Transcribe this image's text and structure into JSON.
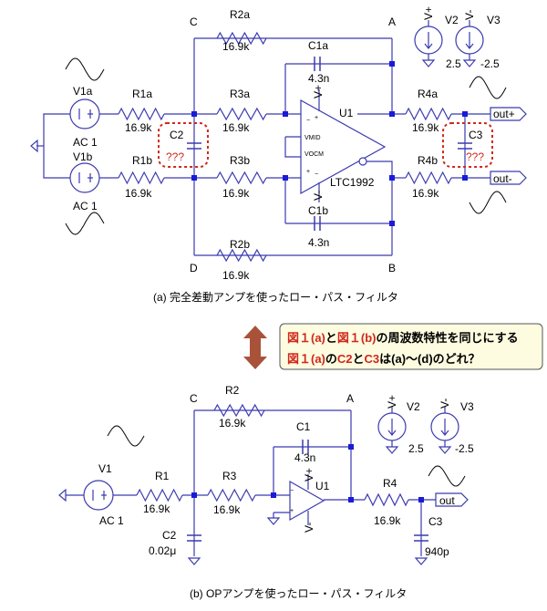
{
  "colors": {
    "wire": "#3b3bb0",
    "node": "#1a1ad8",
    "red": "#d0281c",
    "arrow": "#a9523a",
    "box_fill": "#fdfbe0"
  },
  "circuit_a": {
    "nodes": {
      "c": "C",
      "a": "A",
      "d": "D",
      "b": "B"
    },
    "r2a": {
      "name": "R2a",
      "value": "16.9k"
    },
    "r2b": {
      "name": "R2b",
      "value": "16.9k"
    },
    "c1a": {
      "name": "C1a",
      "value": "4.3n"
    },
    "c1b": {
      "name": "C1b",
      "value": "4.3n"
    },
    "r1a": {
      "name": "R1a",
      "value": "16.9k"
    },
    "r1b": {
      "name": "R1b",
      "value": "16.9k"
    },
    "r3a": {
      "name": "R3a",
      "value": "16.9k"
    },
    "r3b": {
      "name": "R3b",
      "value": "16.9k"
    },
    "r4a": {
      "name": "R4a",
      "value": "16.9k"
    },
    "r4b": {
      "name": "R4b",
      "value": "16.9k"
    },
    "v1a": {
      "name": "V1a",
      "value": "AC 1"
    },
    "v1b": {
      "name": "V1b",
      "value": "AC 1"
    },
    "c2": {
      "name": "C2",
      "value": "???"
    },
    "c3": {
      "name": "C3",
      "value": "???"
    },
    "v2": {
      "name": "V2",
      "value": "2.5",
      "pin": "V+"
    },
    "v3": {
      "name": "V3",
      "value": "-2.5",
      "pin": "V-"
    },
    "u1": {
      "name": "U1",
      "part": "LTC1992",
      "vplus": "V+",
      "vminus": "V-",
      "vmid": "VMID",
      "vocm": "VOCM",
      "minus": "−",
      "plus": "+"
    },
    "out_plus": "out+",
    "out_minus": "out-",
    "caption": "(a) 完全差動アンプを使ったロー・パス・フィルタ"
  },
  "question": {
    "line1": [
      {
        "t": "図１(a)",
        "red": true
      },
      {
        "t": "と",
        "red": false
      },
      {
        "t": "図１(b)",
        "red": true
      },
      {
        "t": "の周波数特性を同じにする",
        "red": false
      }
    ],
    "line2": [
      {
        "t": "図１(a)",
        "red": true
      },
      {
        "t": "の",
        "red": false
      },
      {
        "t": "C2",
        "red": true
      },
      {
        "t": "と",
        "red": false
      },
      {
        "t": "C3",
        "red": true
      },
      {
        "t": "は(a)〜(d)のどれ？",
        "red": false
      }
    ]
  },
  "circuit_b": {
    "nodes": {
      "c": "C",
      "a": "A"
    },
    "r2": {
      "name": "R2",
      "value": "16.9k"
    },
    "c1": {
      "name": "C1",
      "value": "4.3n"
    },
    "r1": {
      "name": "R1",
      "value": "16.9k"
    },
    "r3": {
      "name": "R3",
      "value": "16.9k"
    },
    "r4": {
      "name": "R4",
      "value": "16.9k"
    },
    "v1": {
      "name": "V1",
      "value": "AC 1"
    },
    "c2": {
      "name": "C2",
      "value": "0.02μ"
    },
    "c3": {
      "name": "C3",
      "value": "940p"
    },
    "v2": {
      "name": "V2",
      "value": "2.5",
      "pin": "V+"
    },
    "v3": {
      "name": "V3",
      "value": "-2.5",
      "pin": "V-"
    },
    "u1": {
      "name": "U1",
      "vplus": "V+",
      "vminus": "V-",
      "minus": "−",
      "plus": "+"
    },
    "out": "out",
    "caption": "(b) OPアンプを使ったロー・パス・フィルタ"
  }
}
